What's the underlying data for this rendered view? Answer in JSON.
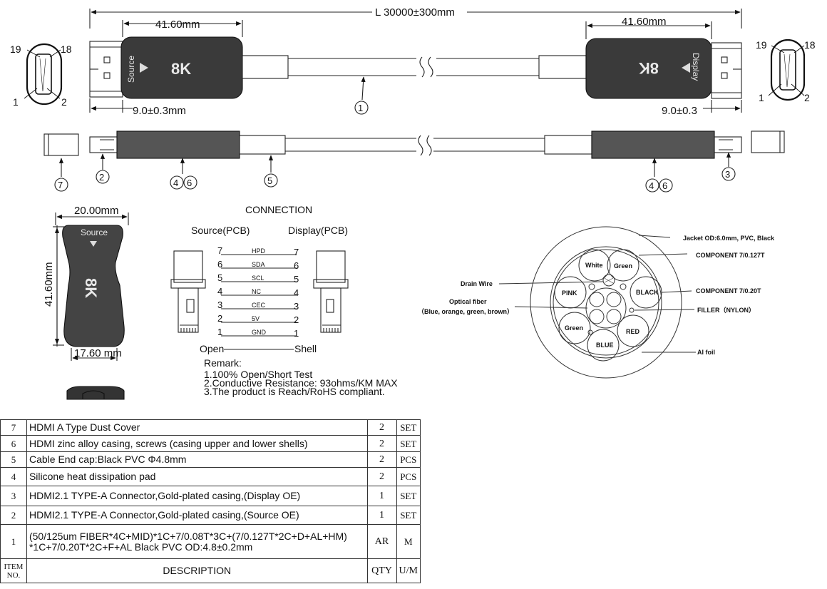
{
  "dims": {
    "total_length": "L 30000±300mm",
    "left_plug_len": "41.60mm",
    "right_plug_len": "41.60mm",
    "left_head": "9.0±0.3mm",
    "right_head": "9.0±0.3",
    "width": "20.00mm",
    "height": "41.60mm",
    "bottom": "17.60 mm"
  },
  "plug": {
    "source": "Source",
    "display": "Display",
    "mark": "8K"
  },
  "pins": {
    "p19": "19",
    "p18": "18",
    "p1": "1",
    "p2": "2"
  },
  "callouts": {
    "c1": "1",
    "c2": "2",
    "c3": "3",
    "c46": "4",
    "c6": "6",
    "c5": "5",
    "c7": "7"
  },
  "connection": {
    "title": "CONNECTION",
    "left_head": "Source(PCB)",
    "right_head": "Display(PCB)",
    "rows": [
      {
        "l": "7",
        "sig": "HPD",
        "r": "7"
      },
      {
        "l": "6",
        "sig": "SDA",
        "r": "6"
      },
      {
        "l": "5",
        "sig": "SCL",
        "r": "5"
      },
      {
        "l": "4",
        "sig": "NC",
        "r": "4"
      },
      {
        "l": "3",
        "sig": "CEC",
        "r": "3"
      },
      {
        "l": "2",
        "sig": "5V",
        "r": "2"
      },
      {
        "l": "1",
        "sig": "GND",
        "r": "1"
      }
    ],
    "open": "Open",
    "shell": "Shell"
  },
  "remark": {
    "title": "Remark:",
    "l1": "1.100% Open/Short Test",
    "l2": "2.Conductive Resistance: 93ohms/KM MAX",
    "l3": "3.The product is Reach/RoHS compliant."
  },
  "cross": {
    "jacket": "Jacket OD:6.0mm, PVC, Black",
    "comp1": "COMPONENT  7/0.127T",
    "comp2": "COMPONENT  7/0.20T",
    "filler": "FILLER（NYLON）",
    "alfoil": "Al foil",
    "drain": "Drain Wire",
    "fiber1": "Optical fiber",
    "fiber2": "（Blue, orange, green, brown）",
    "white": "White",
    "green": "Green",
    "pink": "PINK",
    "black": "BLACK",
    "red": "RED",
    "blue": "BLUE"
  },
  "bom": {
    "rows": [
      {
        "no": "7",
        "desc": "HDMI A Type Dust Cover",
        "qty": "2",
        "um": "SET"
      },
      {
        "no": "6",
        "desc": "HDMI zinc alloy casing, screws (casing upper and lower shells)",
        "qty": "2",
        "um": "SET"
      },
      {
        "no": "5",
        "desc": "Cable End cap:Black PVC Φ4.8mm",
        "qty": "2",
        "um": "PCS"
      },
      {
        "no": "4",
        "desc": "Silicone heat dissipation pad",
        "qty": "2",
        "um": "PCS"
      },
      {
        "no": "3",
        "desc": "HDMI2.1 TYPE-A Connector,Gold-plated casing,(Display OE)",
        "qty": "1",
        "um": "SET"
      },
      {
        "no": "2",
        "desc": "HDMI2.1 TYPE-A Connector,Gold-plated casing,(Source OE)",
        "qty": "1",
        "um": "SET"
      },
      {
        "no": "1",
        "desc1": "(50/125um FIBER*4C+MID)*1C+7/0.08T*3C+(7/0.127T*2C+D+AL+HM)",
        "desc2": "*1C+7/0.20T*2C+F+AL  Black PVC OD:4.8±0.2mm",
        "qty": "AR",
        "um": "M"
      }
    ],
    "header": {
      "no1": "ITEM",
      "no2": "NO.",
      "desc": "DESCRIPTION",
      "qty": "QTY",
      "um": "U/M"
    }
  }
}
